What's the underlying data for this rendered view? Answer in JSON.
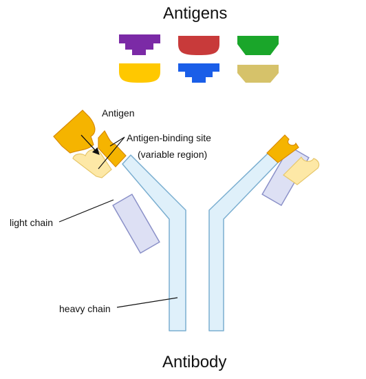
{
  "diagram": {
    "antigens_title": "Antigens",
    "antibody_title": "Antibody",
    "labels": {
      "antigen": "Antigen",
      "binding_site_line1": "Antigen-binding site",
      "binding_site_line2": "(variable region)",
      "light_chain": "light chain",
      "heavy_chain": "heavy chain"
    },
    "antigen_shapes": [
      {
        "name": "purple-stepped-antigen",
        "color": "#7b2aa6"
      },
      {
        "name": "red-rounded-antigen",
        "color": "#c83a3a"
      },
      {
        "name": "green-pointed-antigen",
        "color": "#1aa62a"
      },
      {
        "name": "yellow-rounded-antigen",
        "color": "#ffc800"
      },
      {
        "name": "blue-stepped-antigen",
        "color": "#1a5ee8"
      },
      {
        "name": "tan-pointed-antigen",
        "color": "#d6c26a"
      }
    ],
    "colors": {
      "heavy_chain_fill": "#dff0fa",
      "heavy_chain_stroke": "#7aaed0",
      "light_chain_fill": "#dde0f4",
      "light_chain_stroke": "#8a90c8",
      "variable_heavy": "#f5b400",
      "variable_heavy_stroke": "#d98a00",
      "variable_light": "#fde8a6",
      "variable_light_stroke": "#e6c66a",
      "antigen_bound": "#f5b400"
    }
  }
}
